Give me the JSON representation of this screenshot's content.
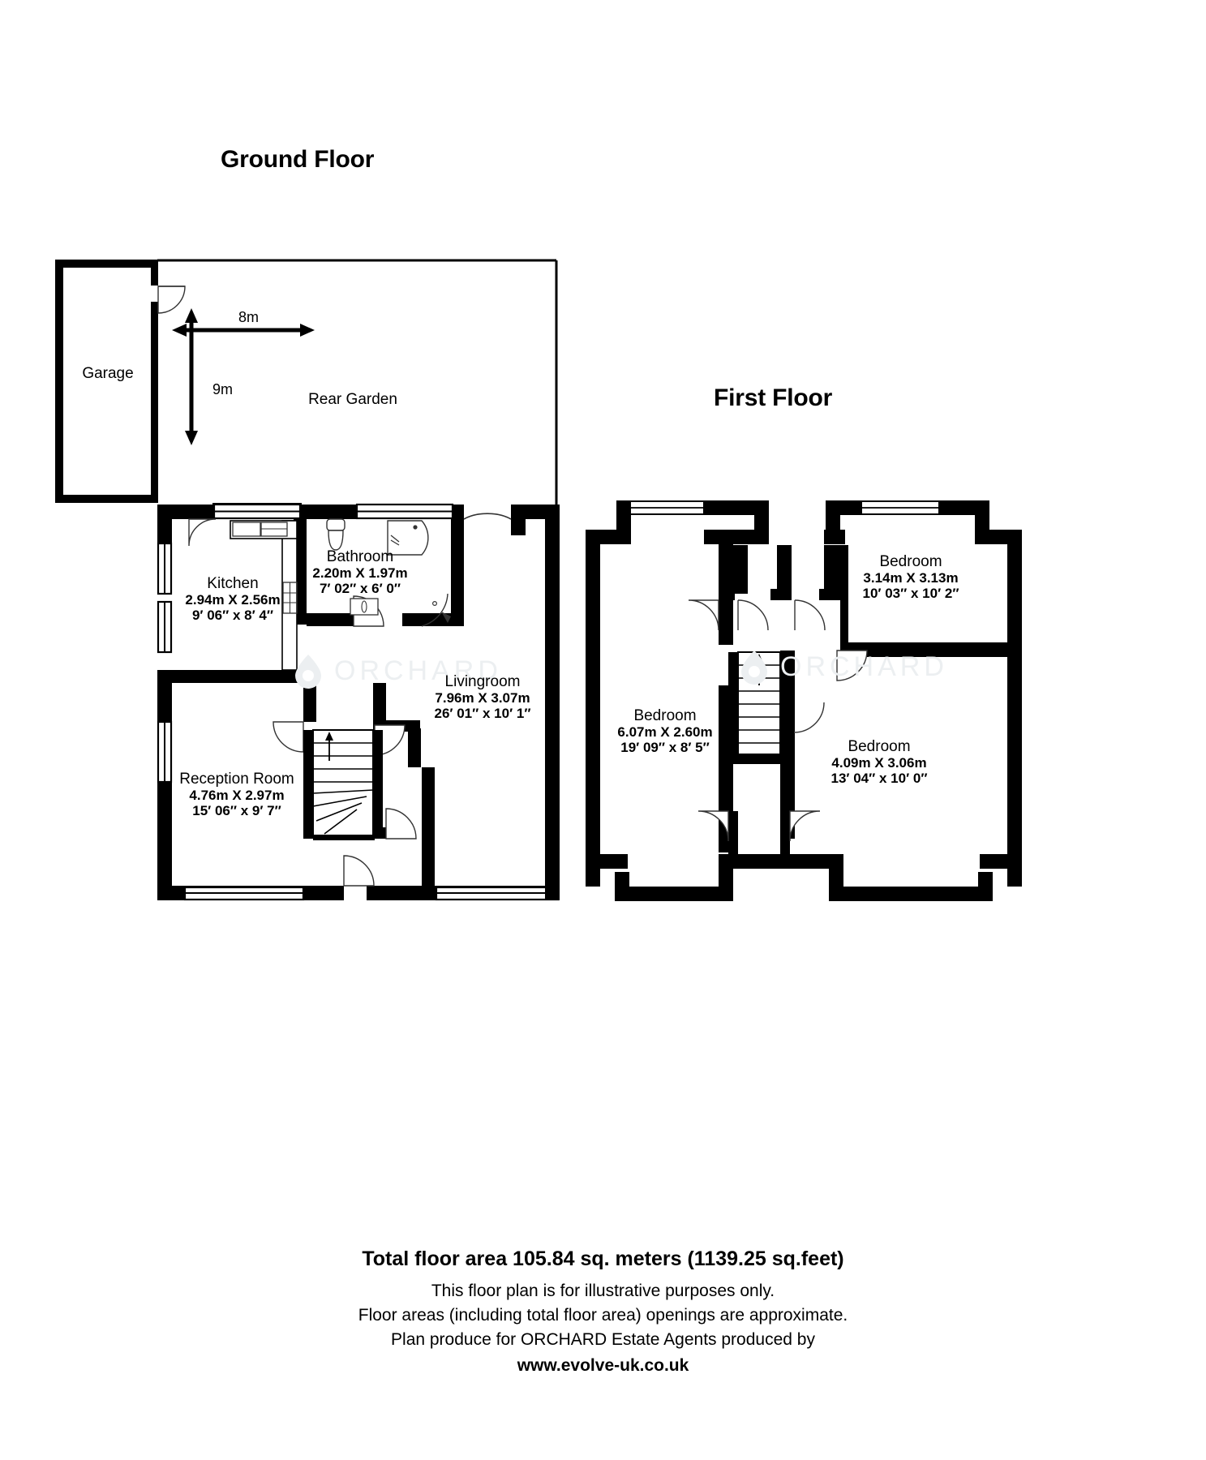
{
  "document": {
    "type": "floor-plan"
  },
  "ground_floor": {
    "title": "Ground Floor",
    "garage": {
      "name": "Garage"
    },
    "rear_garden": {
      "name": "Rear Garden",
      "width_label": "8m",
      "depth_label": "9m"
    },
    "rooms": [
      {
        "name": "Kitchen",
        "metric": "2.94m X 2.56m",
        "imperial": "9′ 06″ x  8′ 4″"
      },
      {
        "name": "Bathroom",
        "metric": "2.20m X 1.97m",
        "imperial": "7′ 02″ x  6′ 0″"
      },
      {
        "name": "Livingroom",
        "metric": "7.96m X 3.07m",
        "imperial": "26′ 01″ x  10′ 1″"
      },
      {
        "name": "Reception Room",
        "metric": "4.76m X 2.97m",
        "imperial": "15′ 06″ x  9′ 7″"
      }
    ]
  },
  "first_floor": {
    "title": "First Floor",
    "rooms": [
      {
        "name": "Bedroom",
        "metric": "3.14m X 3.13m",
        "imperial": "10′ 03″ x  10′ 2″"
      },
      {
        "name": "Bedroom",
        "metric": "6.07m X 2.60m",
        "imperial": "19′ 09″ x  8′ 5″"
      },
      {
        "name": "Bedroom",
        "metric": "4.09m X 3.06m",
        "imperial": "13′ 04″ x  10′ 0″"
      }
    ]
  },
  "watermark": {
    "text": "ORCHARD"
  },
  "footer": {
    "total_area": "Total floor area 105.84 sq. meters (1139.25 sq.feet)",
    "line1": "This floor plan is for illustrative purposes only.",
    "line2": "Floor areas (including total floor area) openings are approximate.",
    "line3": "Plan produce for ORCHARD Estate Agents produced by",
    "url": "www.evolve-uk.co.uk"
  },
  "colors": {
    "wall": "#000000",
    "background": "#ffffff",
    "watermark": "#eceff1",
    "fixture_stroke": "#1a1a1a"
  }
}
